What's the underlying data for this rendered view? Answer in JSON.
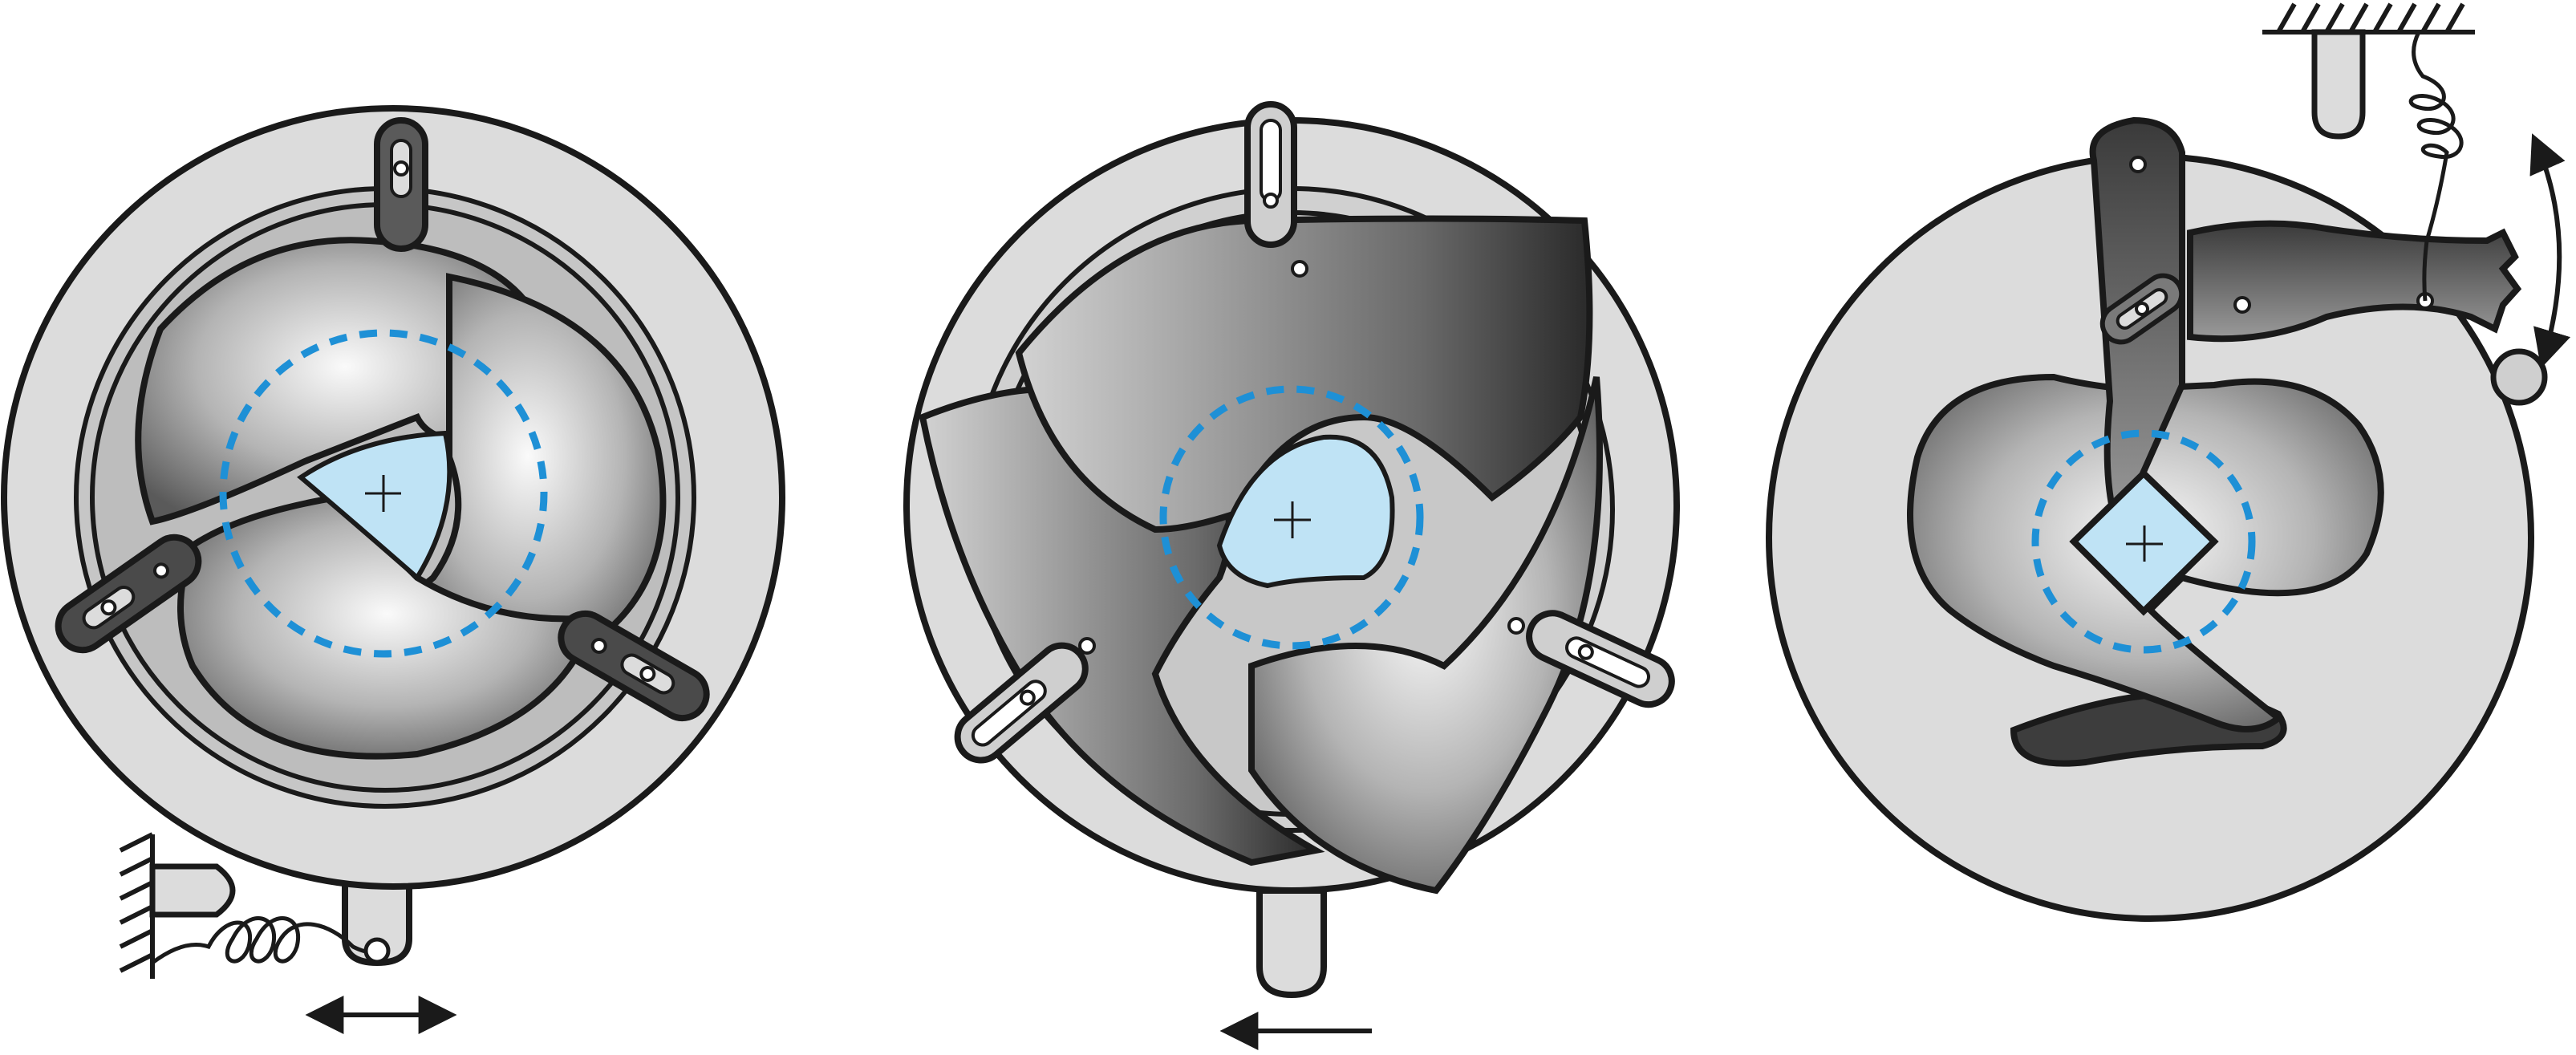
{
  "colors": {
    "plate": "#dcdcdc",
    "outline": "#1a1a1a",
    "blade_light": "#f7f7f7",
    "blade_dark": "#3a3a3a",
    "aperture_fill": "#bfe3f5",
    "pitch_circle": "#1e90d6",
    "background": "#ffffff"
  },
  "icons": {
    "ground": "ground-hatch-icon",
    "spring": "spring-coil-icon",
    "double_arrow": "double-arrow-icon",
    "left_arrow": "left-arrow-icon",
    "curved_double_arrow": "curved-double-arrow-icon",
    "center_mark": "crosshair-center-icon"
  },
  "mechanisms": [
    {
      "id": "three-blade-curved",
      "blades": 3,
      "aperture": "curved-triangle",
      "actuation": "linear-push-pull"
    },
    {
      "id": "three-blade-overlap",
      "blades": 3,
      "aperture": "rounded-triangle",
      "actuation": "linear-one-way"
    },
    {
      "id": "two-blade-diamond",
      "blades": 2,
      "aperture": "square",
      "actuation": "rotary-oscillation"
    }
  ]
}
